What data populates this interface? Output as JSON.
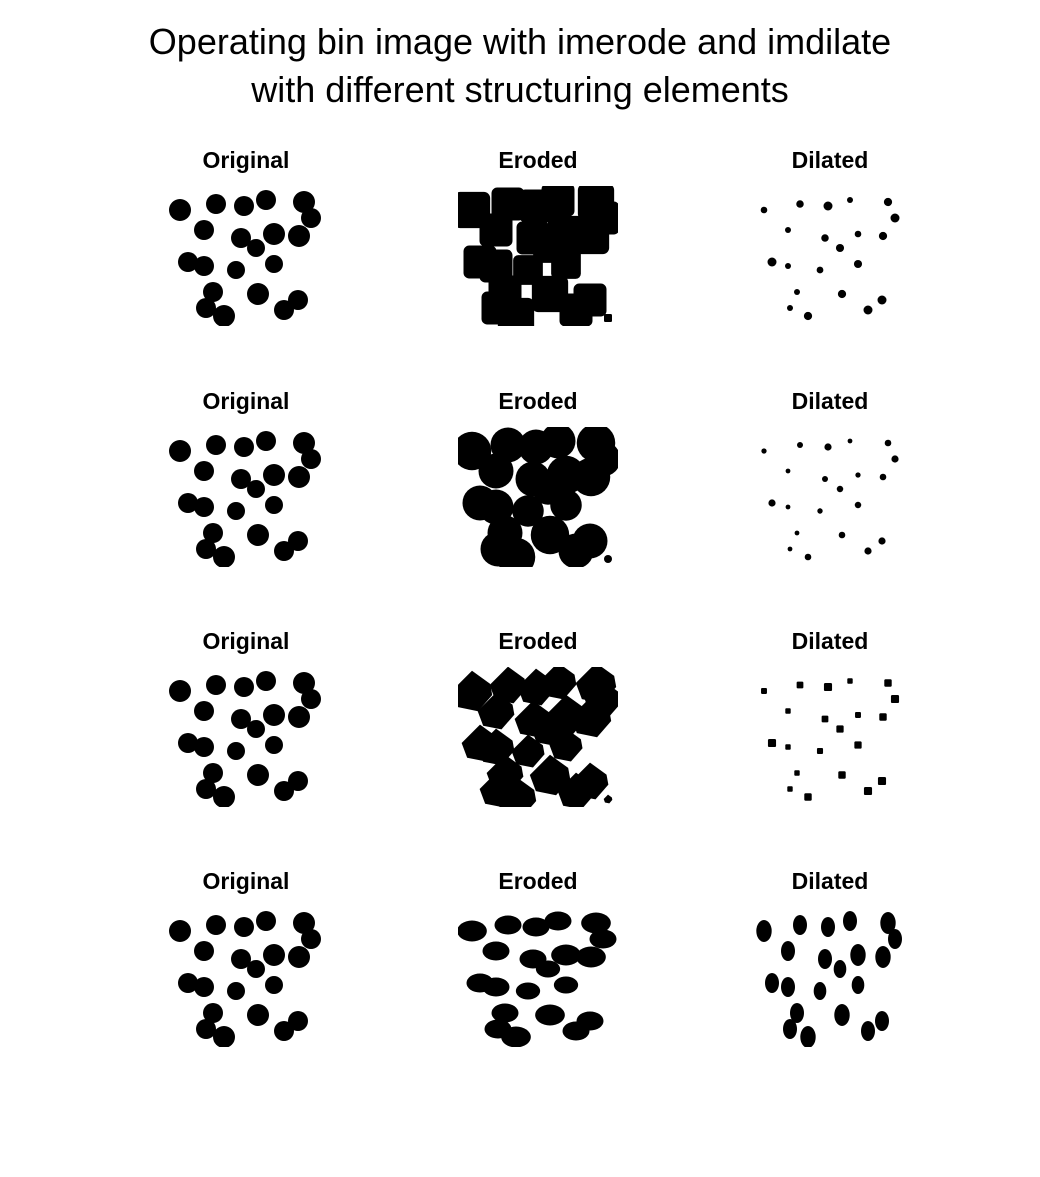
{
  "figure": {
    "title_line1": "Operating bin image with imerode and imdilate",
    "title_line2": "with different structuring elements"
  },
  "rows": [
    {
      "titles": [
        "Original",
        "Eroded",
        "Dilated"
      ]
    },
    {
      "titles": [
        "Original",
        "Eroded",
        "Dilated"
      ]
    },
    {
      "titles": [
        "Original",
        "Eroded",
        "Dilated"
      ]
    },
    {
      "titles": [
        "Original",
        "Eroded",
        "Dilated"
      ]
    }
  ],
  "colors": {
    "background": "#ffffff",
    "foreground": "#000000"
  }
}
